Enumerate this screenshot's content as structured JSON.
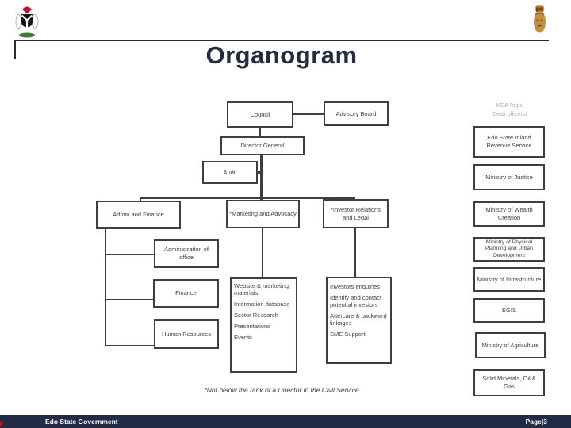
{
  "header": {
    "title": "Organogram"
  },
  "icons": {
    "left_logo": "nigeria-coat-of-arms",
    "right_logo": "benin-bronze-mask"
  },
  "chart": {
    "council": "Council",
    "advisory_board": "Advisory Board",
    "mda_reps": {
      "line1": "MDA Reps",
      "line2": "(Desk officers)"
    },
    "director_general": "Director General",
    "audit": "Audit",
    "admin_finance": "Admin and Finance",
    "marketing_advocacy": "*Marketing and Advocacy",
    "investor_relations": "*Investor Relations and Legal",
    "administration_office": "Administration of office",
    "finance": "Finance",
    "human_resources": "Human Resources",
    "marketing_items": [
      "Website & marketing materials",
      "Information database",
      "Sector Research",
      "Presentations",
      "Events"
    ],
    "investor_items": [
      "Investors enquiries",
      "Identify and contact potential investors",
      "Aftercare & backward linkages",
      "SME Support"
    ],
    "right_column": [
      "Edo State Inland Revenue Service",
      "Ministry of Justice",
      "Ministry of Wealth Creation",
      "Ministry of Physical Planning and Urban Development",
      "Ministry of Infrastructure",
      "EGIS",
      "Ministry of Agriculture",
      "Solid Minerals, Oil & Gas"
    ]
  },
  "footnote": "*Not below the rank of a Director in the Civil Service",
  "footer": {
    "left": "Edo State Government",
    "right": "Page|3"
  },
  "colors": {
    "title": "#232C41",
    "box_border": "#3F3F3F",
    "muted_text": "#ABABAB",
    "footer_bg": "#222B46",
    "accent_red": "#C8102E"
  }
}
